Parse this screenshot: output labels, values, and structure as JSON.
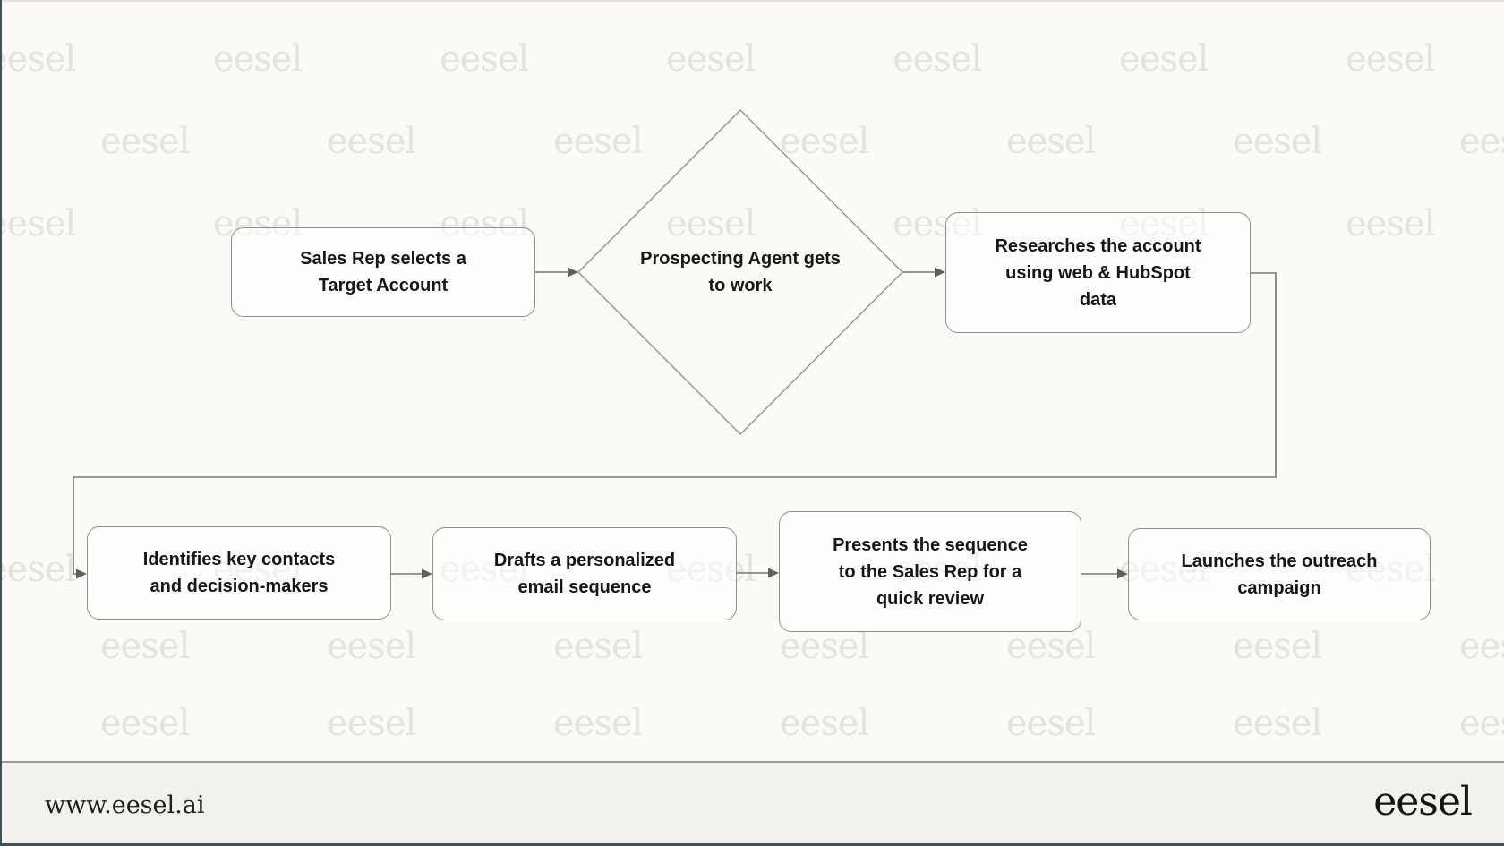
{
  "colors": {
    "background": "#FBFAF7",
    "frame": "#3E525A",
    "box_border": "#8F8F8F",
    "connector": "#757575",
    "arrowhead": "#5E5E5E",
    "watermark": "#E5E3DD",
    "footer_bg": "#F2F1EE",
    "footer_divider": "#9C9A96",
    "text": "#161616"
  },
  "watermark": {
    "text": "eesel"
  },
  "flowchart": {
    "nodes": [
      {
        "id": "select-account",
        "shape": "rect",
        "label": "Sales Rep selects a\nTarget Account"
      },
      {
        "id": "prospecting-agent",
        "shape": "diamond",
        "label": "Prospecting Agent gets\nto work"
      },
      {
        "id": "research-account",
        "shape": "rect",
        "label": "Researches the account\nusing web & HubSpot\ndata"
      },
      {
        "id": "identify-contacts",
        "shape": "rect",
        "label": "Identifies key contacts\nand decision-makers"
      },
      {
        "id": "draft-sequence",
        "shape": "rect",
        "label": "Drafts a personalized\nemail sequence"
      },
      {
        "id": "present-sequence",
        "shape": "rect",
        "label": "Presents the sequence\nto the Sales Rep for a\nquick review"
      },
      {
        "id": "launch-campaign",
        "shape": "rect",
        "label": "Launches the outreach\ncampaign"
      }
    ]
  },
  "footer": {
    "url_text": "www.eesel.ai",
    "logo_text": "eesel"
  }
}
